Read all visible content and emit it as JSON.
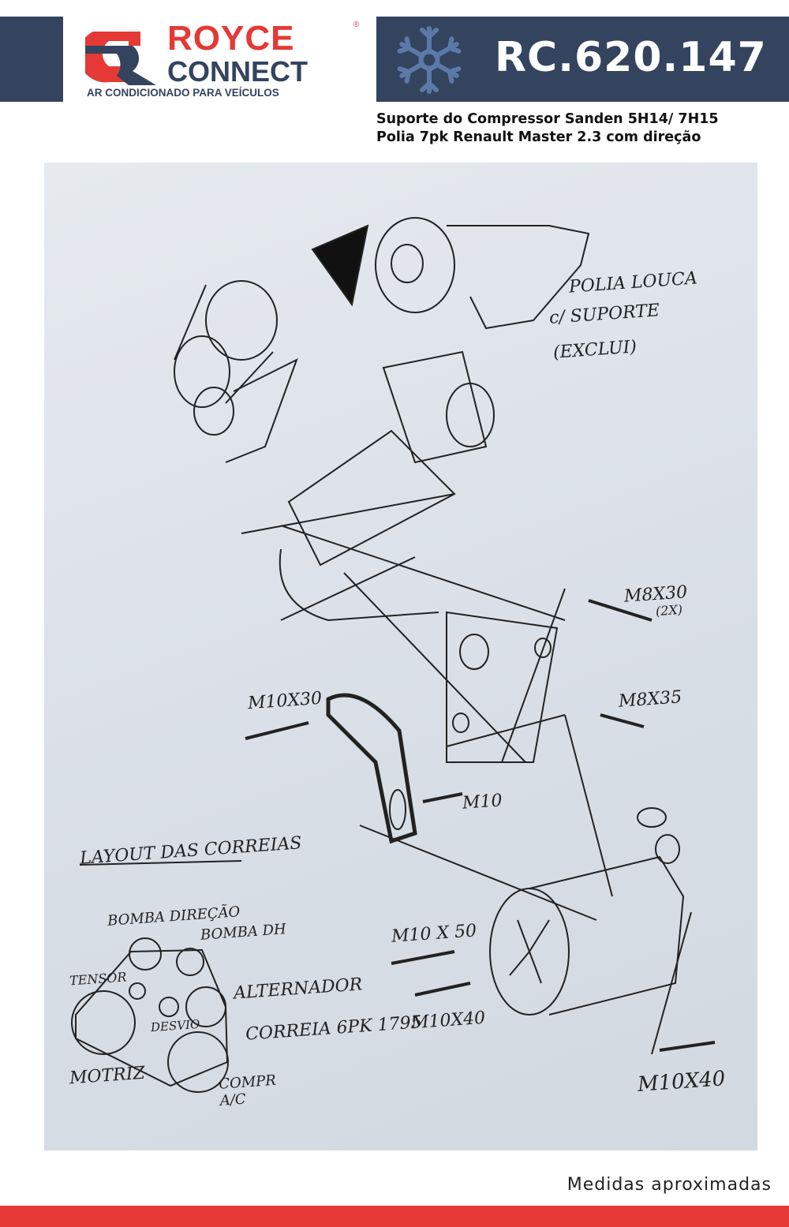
{
  "brand": {
    "name_top": "ROYCE",
    "name_bottom": "CONNECT",
    "registered": "®",
    "tagline": "AR CONDICIONADO PARA VEÍCULOS",
    "colors": {
      "navy": "#34445f",
      "red": "#e53935",
      "snowflake": "#5b79a8"
    }
  },
  "product": {
    "code": "RC.620.147",
    "icon": "snowflake-icon",
    "description_lines": [
      "Suporte do Compressor Sanden 5H14/ 7H15",
      "Polia 7pk Renault Master 2.3 com direção"
    ]
  },
  "sketch": {
    "labels": {
      "polia": "POLIA LOUCA",
      "suporte": "c/ SUPORTE",
      "exclui": "(EXCLUI)",
      "m8x30": "M8X30",
      "two_x": "(2X)",
      "m8x35": "M8X35",
      "m10x30": "M10X30",
      "m10": "M10",
      "layout": "LAYOUT DAS CORREIAS",
      "bomba_dir": "BOMBA DIREÇÃO",
      "bomba_dh": "BOMBA DH",
      "tensor": "TENSOR",
      "alternador": "ALTERNADOR",
      "desvio": "DESVIO",
      "correia": "CORREIA 6PK 1795",
      "m10x40a": "M10X40",
      "m10x50": "M10 X 50",
      "motriz": "MOTRIZ",
      "compr": "COMPR A/C",
      "m10x40b": "M10X40"
    }
  },
  "footer": {
    "note": "Medidas aproximadas"
  }
}
